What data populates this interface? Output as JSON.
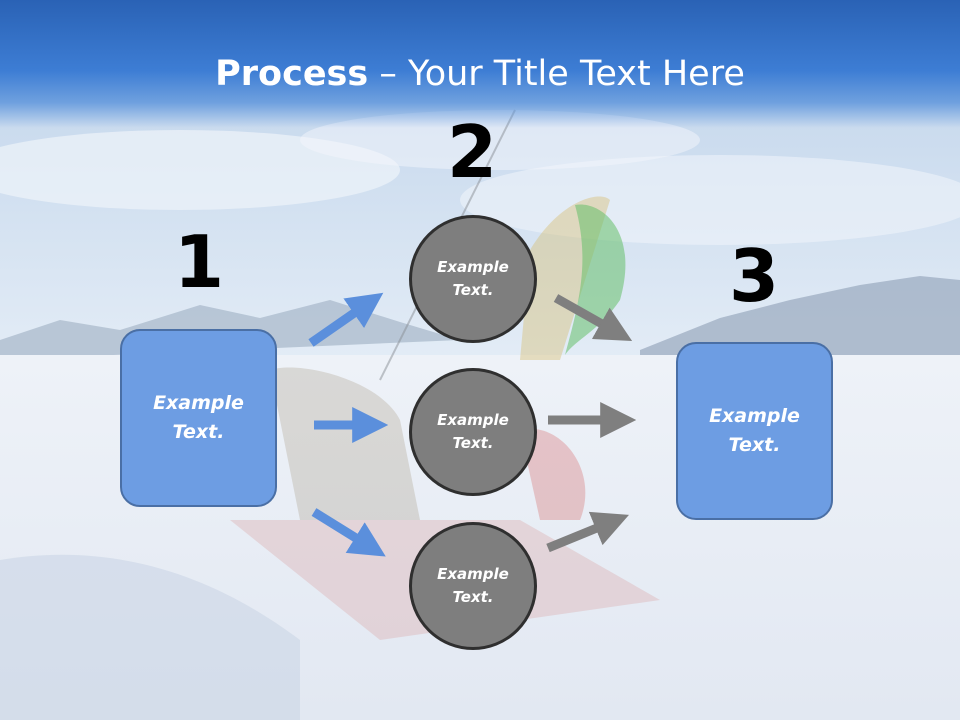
{
  "title": {
    "bold": "Process",
    "rest": " – Your Title Text Here"
  },
  "steps": {
    "one": {
      "number": "1",
      "box_text": "Example\nText."
    },
    "two": {
      "number": "2",
      "circles": [
        "Example\nText.",
        "Example\nText.",
        "Example\nText."
      ]
    },
    "three": {
      "number": "3",
      "box_text": "Example\nText."
    }
  },
  "colors": {
    "title_band": "#3d7dd4",
    "box_fill": "#6d9de3",
    "box_border": "#4a6fa5",
    "circle_fill": "#7e7e7e",
    "circle_border": "#2f2f2f",
    "arrow_in": "#5b8fdc",
    "arrow_out": "#7f7f7f"
  }
}
